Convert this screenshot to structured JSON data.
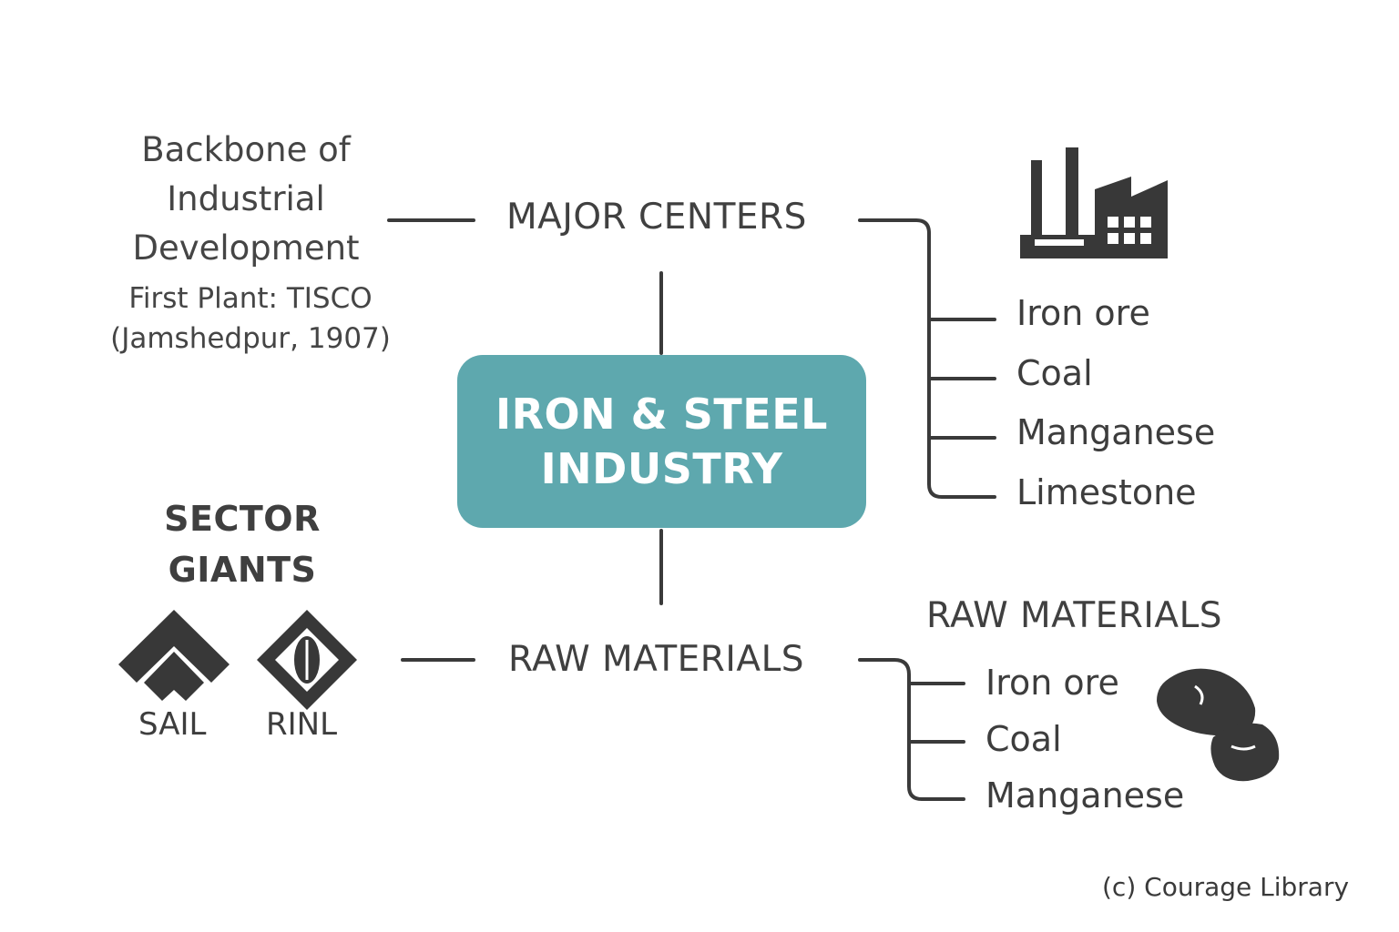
{
  "center": {
    "line1": "IRON & STEEL",
    "line2": "INDUSTRY",
    "color": "#5ea8ae"
  },
  "left_info": {
    "backbone": [
      "Backbone of",
      "Industrial",
      "Development"
    ],
    "first_plant": [
      "First Plant: TISCO",
      "(Jamshedpur, 1907)"
    ]
  },
  "major_centers": {
    "label": "MAJOR CENTERS",
    "items": [
      "Iron ore",
      "Coal",
      "Manganese",
      "Limestone"
    ]
  },
  "raw_materials": {
    "label": "RAW MATERIALS",
    "heading": "RAW MATERIALS",
    "items": [
      "Iron ore",
      "Coal",
      "Manganese"
    ]
  },
  "sector_giants": {
    "heading": [
      "SECTOR",
      "GIANTS"
    ],
    "logos": [
      "SAIL",
      "RINL"
    ]
  },
  "icons": [
    "factory-icon",
    "sail-logo-icon",
    "rinl-logo-icon",
    "ore-lumps-icon"
  ],
  "copyright": "(c) Courage Library"
}
